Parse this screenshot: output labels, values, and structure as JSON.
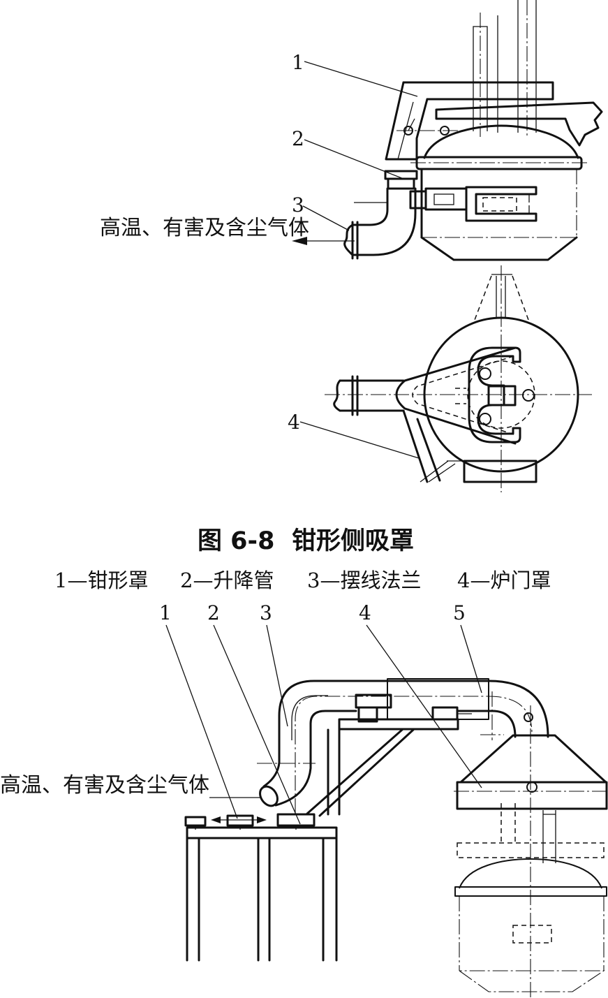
{
  "figure_top": {
    "callouts": [
      "1",
      "2",
      "3",
      "4"
    ],
    "gas_label": "高温、有害及含尘气体"
  },
  "caption": {
    "figure_number": "图 6-8",
    "figure_title": "钳形侧吸罩",
    "legend": [
      "1—钳形罩",
      "2—升降管",
      "3—摆线法兰",
      "4—炉门罩"
    ]
  },
  "figure_bottom": {
    "callouts": [
      "1",
      "2",
      "3",
      "4",
      "5"
    ],
    "gas_label": "高温、有害及含尘气体"
  }
}
